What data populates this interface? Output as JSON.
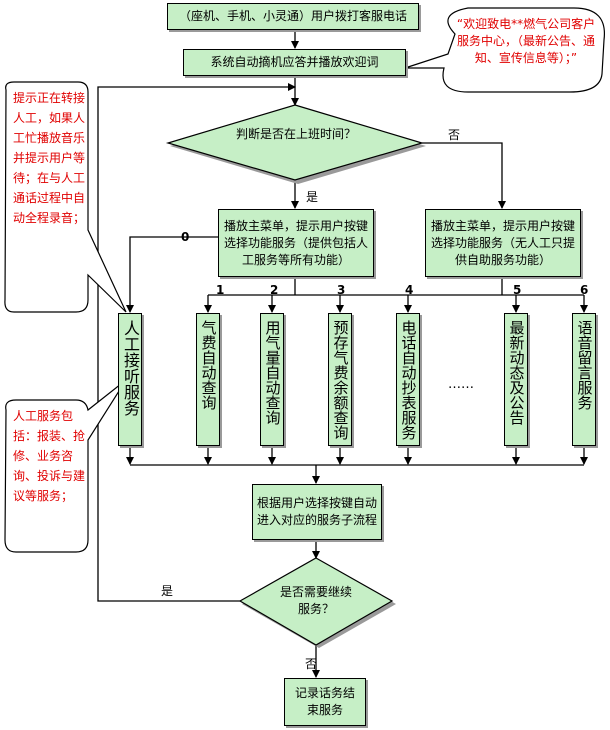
{
  "flow": {
    "call_in": "（座机、手机、小灵通）用户拨打客服电话",
    "auto_answer": "系统自动摘机应答并播放欢迎词",
    "decision_worktime": "判断是否在上班时间？",
    "branch_no": "否",
    "branch_yes": "是",
    "menu_full": "播放主菜单，提示用户按键选择功能服务（提供包括人工服务等所有功能）",
    "menu_self": "播放主菜单，提示用户按键选择功能服务（无人工只提供自助服务功能）",
    "route": "根据用户选择按键自动进入对应的服务子流程",
    "decision_continue": "是否需要继续服务？",
    "continue_yes": "是",
    "continue_no": "否",
    "end": "记录话务结束服务",
    "ellipsis": "……",
    "services": [
      {
        "key": "0",
        "label": "人工接听服务"
      },
      {
        "key": "1",
        "label": "气费自动查询"
      },
      {
        "key": "2",
        "label": "用气量自动查询"
      },
      {
        "key": "3",
        "label": "预存气费余额查询"
      },
      {
        "key": "4",
        "label": "电话自动抄表服务"
      },
      {
        "key": "5",
        "label": "最新动态及公告"
      },
      {
        "key": "6",
        "label": "语音留言服务"
      }
    ]
  },
  "callouts": {
    "welcome": "“欢迎致电**燃气公司客户服务中心，（最新公告、通知、宣传信息等）；”",
    "transfer": "提示正在转接人工，如果人工忙播放音乐并提示用户等待；在与人工通话过程中自动全程录音；",
    "manual_scope": "人工服务包括：报装、抢修、业务咨询、投诉与建议等服务；"
  },
  "colors": {
    "box_fill": "#c6efc6",
    "callout_text": "#e00000",
    "line": "#000000"
  }
}
